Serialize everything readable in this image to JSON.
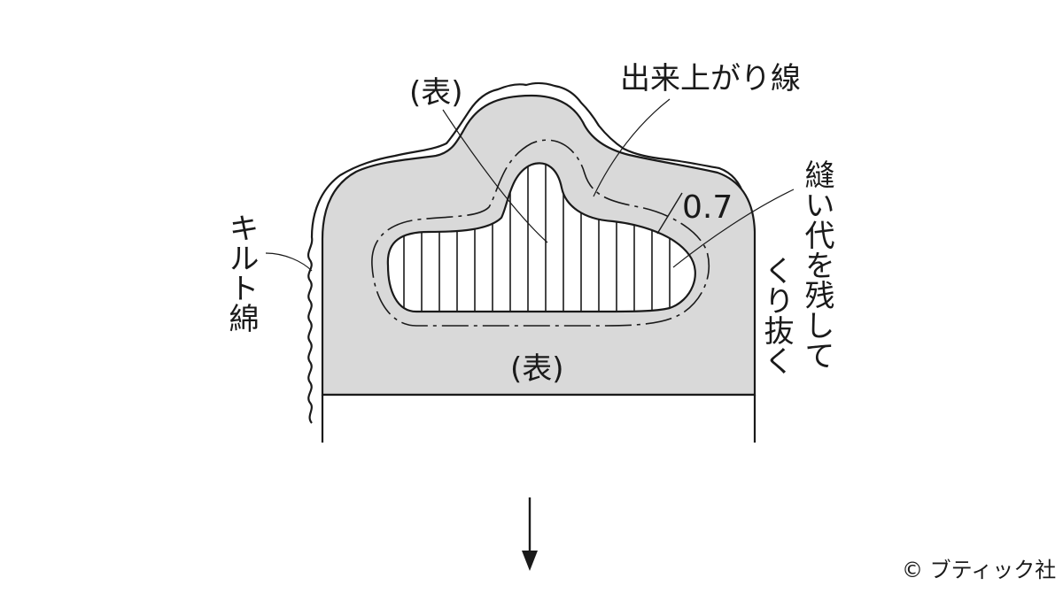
{
  "labels": {
    "finish_line": "出来上がり線",
    "front_top": "(表)",
    "front_bottom": "(表)",
    "allowance_value": "0.7",
    "quilt_batting": "キルト綿",
    "leave_allowance": "縫い代を残して",
    "cut_out": "くり抜く"
  },
  "copyright": "© ブティック社",
  "colors": {
    "fabric_fill": "#d9d9d9",
    "line": "#1a1a1a",
    "background": "#ffffff"
  },
  "icons": {
    "step_arrow": "down-arrow-icon"
  }
}
